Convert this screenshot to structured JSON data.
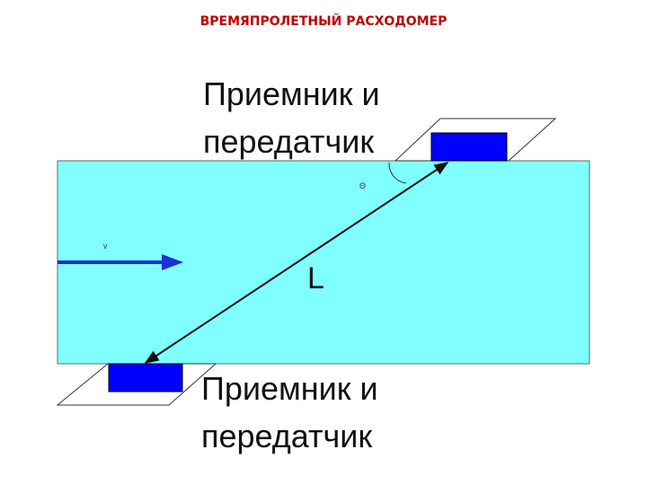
{
  "title": "ВРЕМЯПРОЛЕТНЫЙ РАСХОДОМЕР",
  "labels": {
    "top_line1": "Приемник и",
    "top_line2": "передатчик",
    "bottom_line1": "Приемник и",
    "bottom_line2": "передатчик",
    "path_length": "L",
    "angle": "Θ",
    "velocity": "v"
  },
  "colors": {
    "pipe_fill": "#80ffff",
    "transducer_fill": "#0000ff",
    "flow_arrow": "#1a2fd4",
    "title_color": "#c00000"
  }
}
